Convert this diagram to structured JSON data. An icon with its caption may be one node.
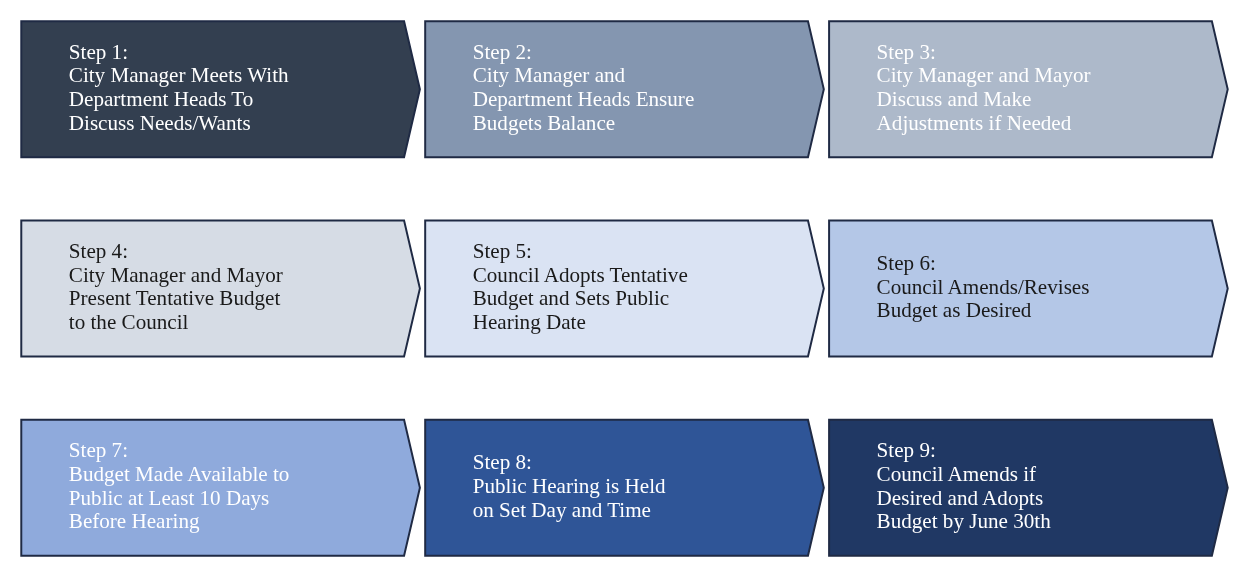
{
  "diagram": {
    "nodes": [
      {
        "text": [
          "Step 1:",
          "City Manager Meets With Department Heads To Discuss Needs/Wants"
        ]
      },
      {
        "text": [
          "Step 2:",
          "City Manager and Department Heads Ensure Budgets Balance"
        ]
      },
      {
        "text": [
          "Step 3:",
          "City Manager and Mayor Discuss and Make Adjustments if Needed"
        ]
      },
      {
        "text": [
          "Step 4:",
          "City Manager and Mayor Present Tentative Budget to the Council"
        ]
      },
      {
        "text": [
          "Step 5:",
          "Council Adopts Tentative Budget and Sets Public Hearing Date"
        ]
      },
      {
        "text": [
          "Step 6:",
          "Council Amends/Revises Budget as Desired"
        ]
      },
      {
        "text": [
          "Step 7:",
          "Budget Made Available to Public at Least 10 Days Before Hearing"
        ]
      },
      {
        "text": [
          "Step 8:",
          "Public Hearing is Held on Set Day and Time"
        ]
      },
      {
        "text": [
          "Step 9:",
          "Council Amends if Desired and Adopts Budget by June 30th"
        ]
      }
    ]
  }
}
